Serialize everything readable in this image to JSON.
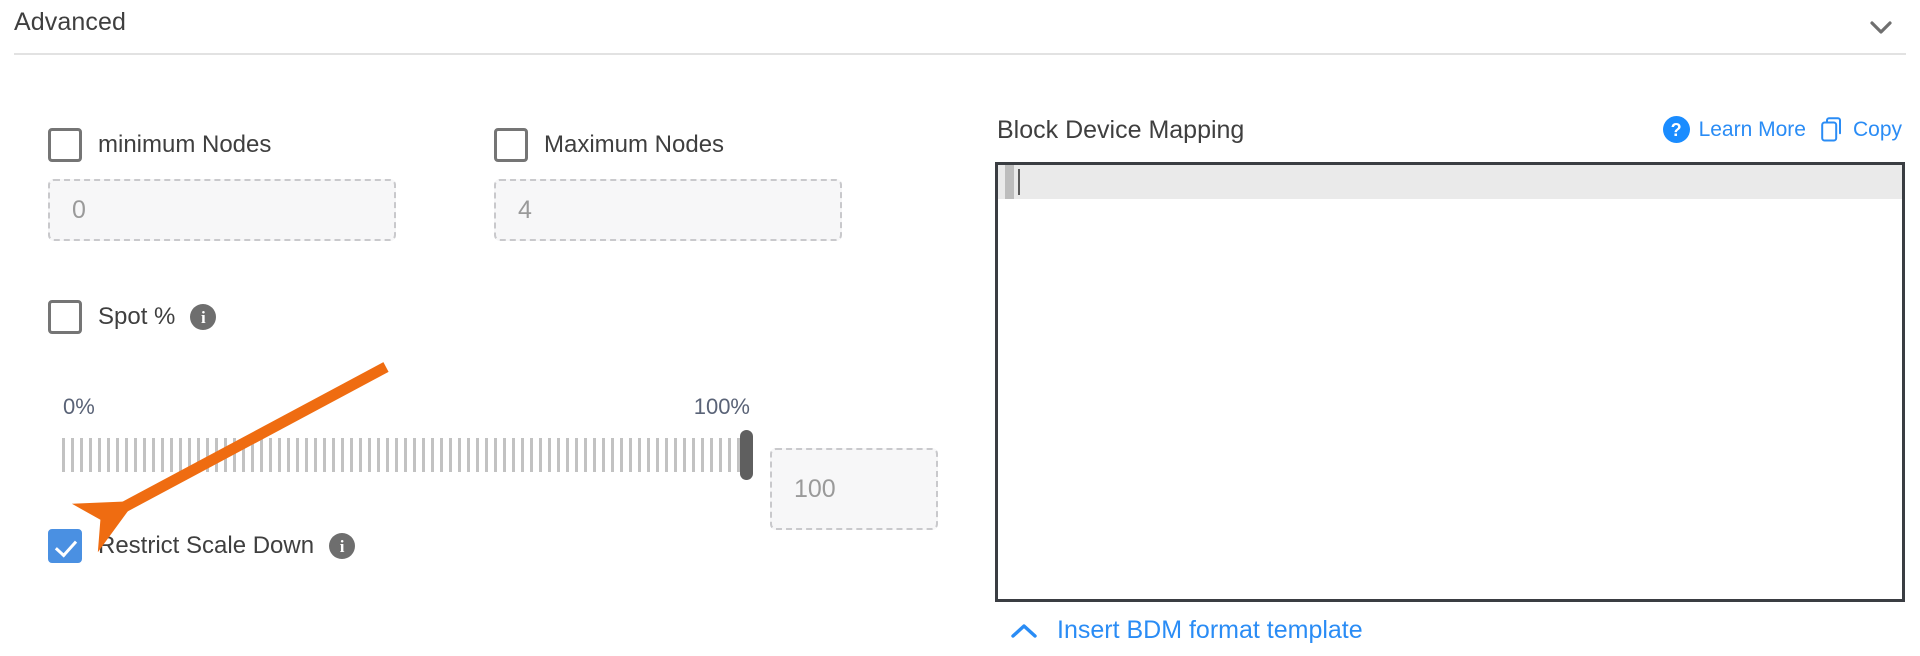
{
  "section": {
    "title": "Advanced",
    "collapse_icon": "chevron-down-icon"
  },
  "left_panel": {
    "min_nodes": {
      "label": "minimum Nodes",
      "checked": false,
      "input_placeholder": "0"
    },
    "max_nodes": {
      "label": "Maximum Nodes",
      "checked": false,
      "input_placeholder": "4"
    },
    "spot_percent": {
      "label": "Spot %",
      "checked": false,
      "info_icon": "info-icon",
      "info_glyph": "i"
    },
    "slider": {
      "min_label": "0%",
      "max_label": "100%",
      "value": 100,
      "value_input_placeholder": "100"
    },
    "restrict_scale_down": {
      "label": "Restrict Scale Down",
      "checked": true,
      "info_icon": "info-icon",
      "info_glyph": "i"
    }
  },
  "right_panel": {
    "title": "Block Device Mapping",
    "help_glyph": "?",
    "learn_more_label": "Learn More",
    "copy_label": "Copy",
    "editor": {
      "content": "",
      "active_line": 1
    },
    "insert_template_label": "Insert BDM format template"
  },
  "colors": {
    "accent_blue": "#2a8cf5",
    "checkbox_checked": "#4a90e2",
    "annotation_orange": "#ef6c11",
    "text_dark": "#3f3f3f",
    "slider_label": "#5a6377"
  }
}
